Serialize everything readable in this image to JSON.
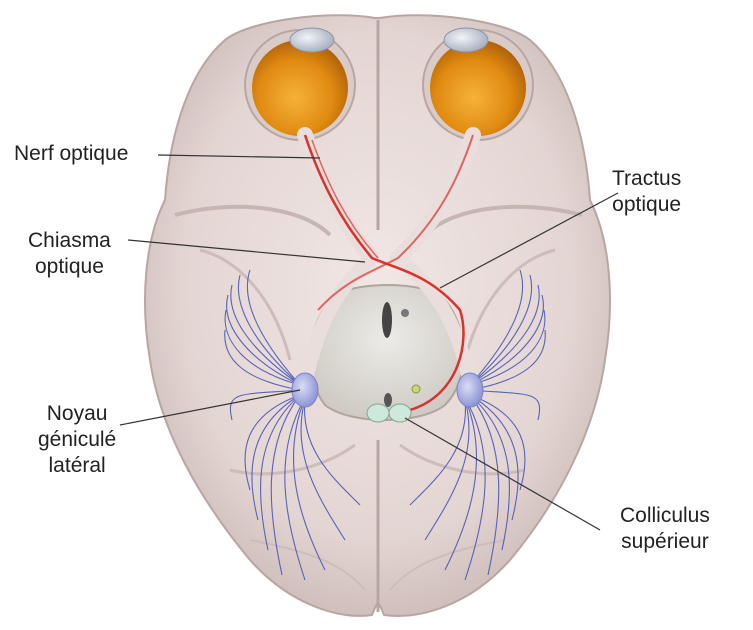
{
  "labels": {
    "optic_nerve": "Nerf optique",
    "optic_tract": [
      "Tractus",
      "optique"
    ],
    "optic_chiasm": [
      "Chiasma",
      "optique"
    ],
    "lgn": [
      "Noyau",
      "géniculé",
      "latéral"
    ],
    "superior_colliculus": [
      "Colliculus",
      "supérieur"
    ]
  },
  "colors": {
    "brain": "#e6d9d6",
    "brain_shadow": "#b9a6a3",
    "eye_iris": "#e08a10",
    "optic_pathway": "#d8332d",
    "radiations": "#4a56b5",
    "nucleus": "#b8bde8",
    "colliculus": "#cfe8dc"
  }
}
